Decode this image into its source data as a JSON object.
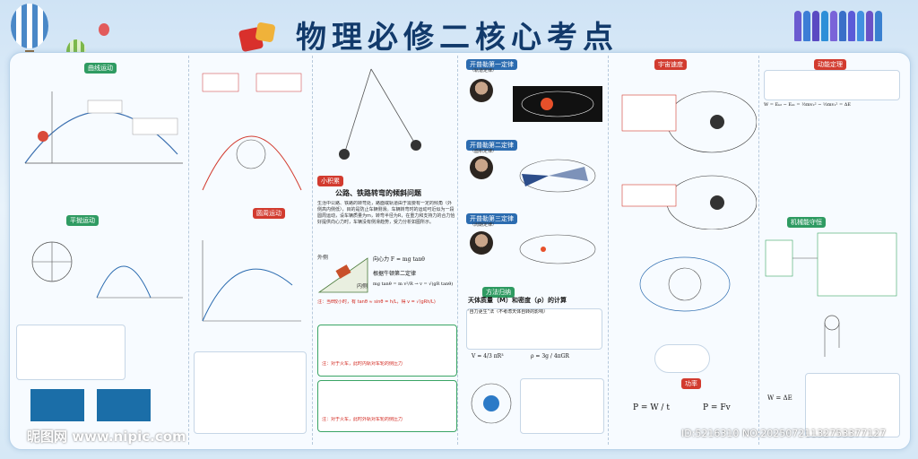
{
  "title": "物理必修二核心考点",
  "sections": {
    "tag_curve": "曲线运动",
    "tag_throw": "平抛运动",
    "tag_circle": "圆周运动",
    "tag_kepler1": "开普勒第一定律",
    "tag_kepler1_sub": "（轨道定律）",
    "tag_kepler2": "开普勒第二定律",
    "tag_kepler2_sub": "（面积定律）",
    "tag_kepler3": "开普勒第三定律",
    "tag_kepler3_sub": "（周期定律）",
    "tag_velocity": "宇宙速度",
    "tag_energy": "动能定理",
    "tag_knowledge": "小积累",
    "tag_method": "方法归纳",
    "tag_mechanical": "机械能守恒",
    "tag_power": "功率"
  },
  "center": {
    "heading": "公路、铁路转弯的倾斜问题",
    "body": "生活中公路、铁路的转弯处，路面或轨道由于需要有一定的倾角（外侧高内侧低），目的是防止车辆侧滑。车辆转弯时的运动可近似为一段圆周运动，设车辆质量为m，转弯半径为R，在重力和支持力的合力恰好提供向心力时，车辆没有侧滑趋势，受力分析如图所示。",
    "centripetal": "向心力 F = mg tanθ",
    "newton_law": "根据牛顿第二定律",
    "outer": "外侧",
    "inner": "内侧",
    "equation": "mg tanθ = m v²/R  →  v = √(gR tanθ)",
    "note": "注：当θ较小时，有 tanθ ≈ sinθ = h/L，得 v = √(gRh/L)",
    "note2a": "注：对于火车，此时内轨对车轮的侧压力",
    "note2b": "注：对于火车，此时外轨对车轮的侧压力"
  },
  "gravity": {
    "heading": "天体质量（M）和密度（ρ）的计算",
    "self_method": "“自力更生”法（不考虑天体自转的影响）",
    "result": "V = 4/3 πR³",
    "density": "ρ = 3g / 4πGR"
  },
  "power": {
    "p1": "P = W / t",
    "p2": "P = Fv"
  },
  "energy": {
    "formula": "W = Eₖ₂ − Eₖ₁ = ½mv₂² − ½mv₁² = ΔE",
    "w_de": "W = ΔE"
  },
  "watermark": {
    "left": "昵图网 www.nipic.com",
    "id": "ID:5216310 NO:20250721132753377127"
  }
}
